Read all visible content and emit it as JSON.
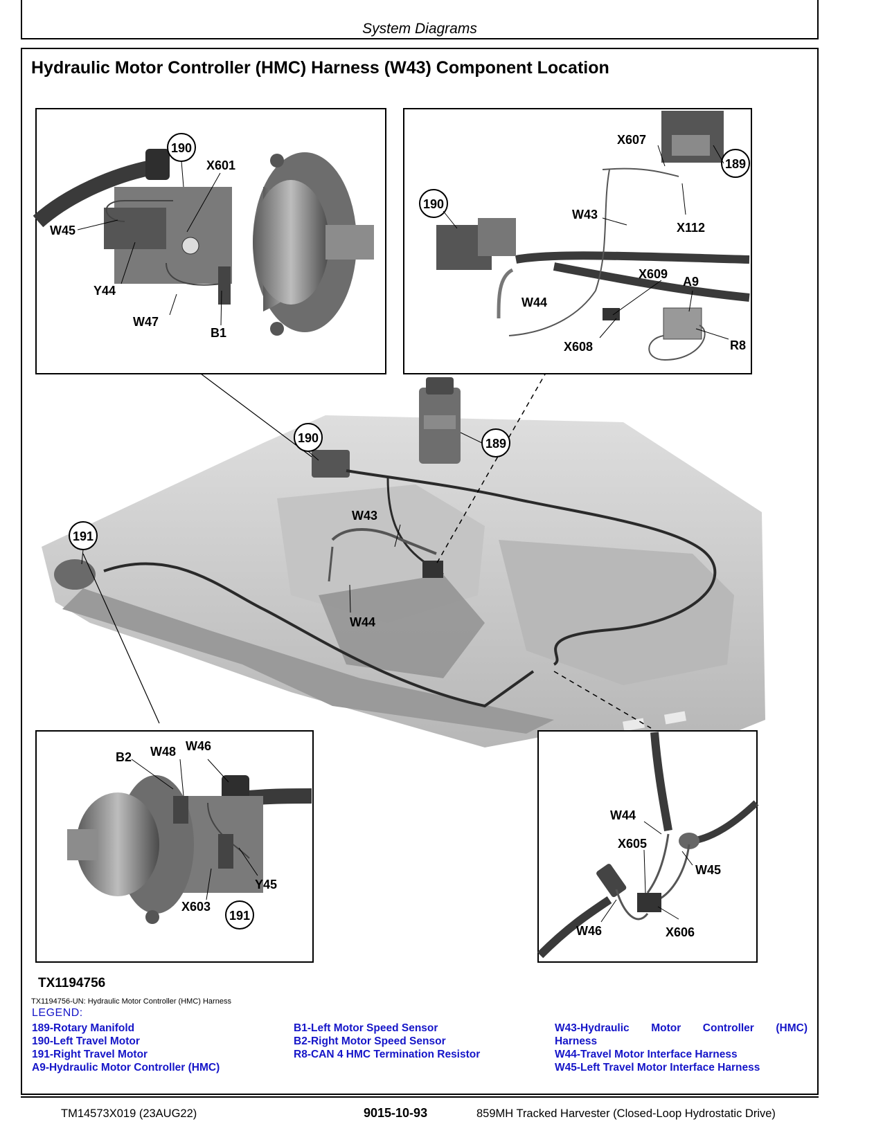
{
  "header": {
    "section": "System Diagrams"
  },
  "title": "Hydraulic Motor Controller (HMC) Harness (W43) Component Location",
  "figure": {
    "id": "TX1194756",
    "caption": "TX1194756-UN: Hydraulic Motor Controller (HMC) Harness",
    "callouts": {
      "c190": "190",
      "c189": "189",
      "c191": "191",
      "x601": "X601",
      "w45": "W45",
      "y44": "Y44",
      "w47": "W47",
      "b1": "B1",
      "x607": "X607",
      "w43": "W43",
      "x112": "X112",
      "x609": "X609",
      "a9": "A9",
      "w44": "W44",
      "x608": "X608",
      "r8": "R8",
      "b2": "B2",
      "w48": "W48",
      "w46": "W46",
      "y45": "Y45",
      "x603": "X603",
      "x605": "X605",
      "x606": "X606"
    }
  },
  "legend": {
    "heading": "LEGEND:",
    "col1": [
      "189-Rotary Manifold",
      "190-Left Travel Motor",
      "191-Right Travel Motor",
      "A9-Hydraulic Motor Controller (HMC)"
    ],
    "col2": [
      "B1-Left Motor Speed Sensor",
      "B2-Right Motor Speed Sensor",
      "R8-CAN 4 HMC Termination Resistor"
    ],
    "col3_first_words": [
      "W43-Hydraulic",
      "Motor",
      "Controller",
      "(HMC)"
    ],
    "col3": [
      "Harness",
      "W44-Travel Motor Interface Harness",
      "W45-Left Travel Motor Interface Harness"
    ]
  },
  "footer": {
    "left": "TM14573X019 (23AUG22)",
    "center": "9015-10-93",
    "right": "859MH Tracked Harvester (Closed-Loop Hydrostatic Drive)"
  }
}
